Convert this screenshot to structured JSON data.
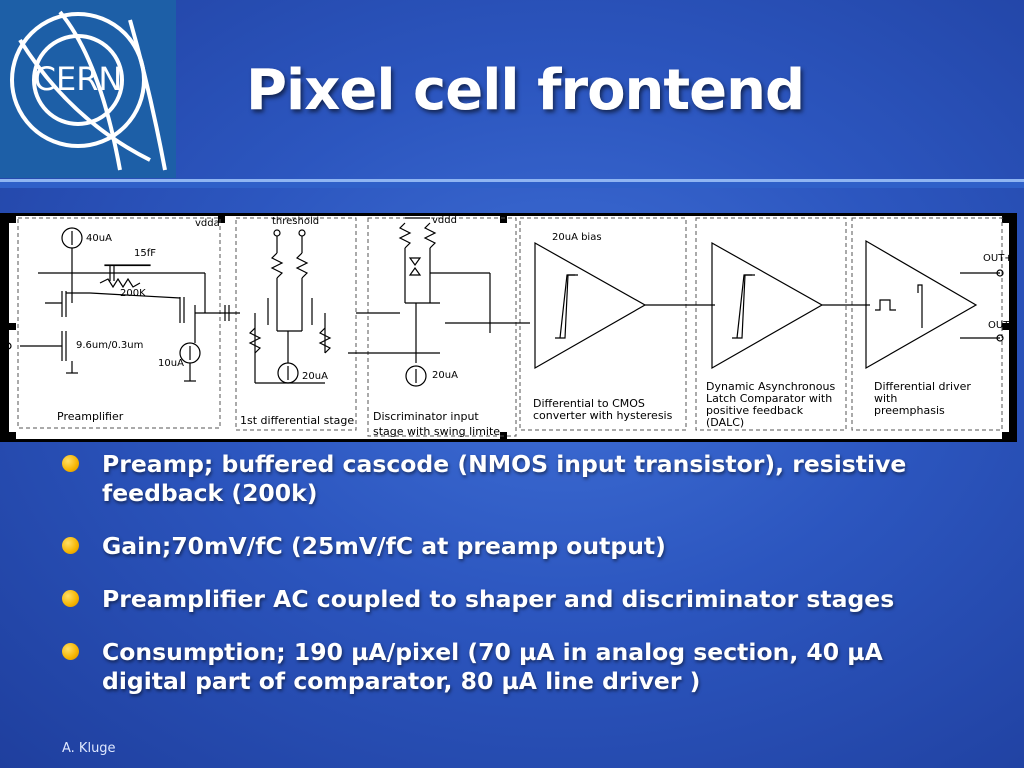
{
  "logo": {
    "text": "CERN"
  },
  "slide": {
    "title": "Pixel cell frontend",
    "author": "A. Kluge"
  },
  "schematic": {
    "labels": {
      "vdda": "vdda",
      "threshold": "threshold",
      "vddd": "vddd",
      "bias20": "20uA bias",
      "cur40": "40uA",
      "cap15": "15fF",
      "res200": "200K",
      "size": "9.6um/0.3um",
      "cur10": "10uA",
      "cur20a": "20uA",
      "cur20b": "20uA",
      "outp": "OUT+",
      "outm": "OUT-"
    },
    "stages": {
      "preamp": "Preamplifier",
      "diff1": "1st differential stage",
      "disc1": "Discriminator input",
      "disc2": "stage with swing limite",
      "cmos1": "Differential to CMOS",
      "cmos2": "converter with hysteresis",
      "dalc1": "Dynamic Asynchronous",
      "dalc2": "Latch Comparator with",
      "dalc3": "positive feedback",
      "dalc4": "(DALC)",
      "drv1": "Differential driver",
      "drv2": "with",
      "drv3": "preemphasis"
    }
  },
  "bullets": [
    "Preamp; buffered cascode (NMOS input transistor), resistive feedback (200k)",
    "Gain;70mV/fC (25mV/fC at preamp output)",
    "Preamplifier AC coupled to shaper and discriminator stages",
    "Consumption; 190 µA/pixel (70 µA in analog section, 40 µA digital part of comparator, 80 µA line driver )"
  ],
  "colors": {
    "background": "#2c56bf",
    "logo_bg": "#1d5fa7",
    "bullet": "#f5b400"
  }
}
